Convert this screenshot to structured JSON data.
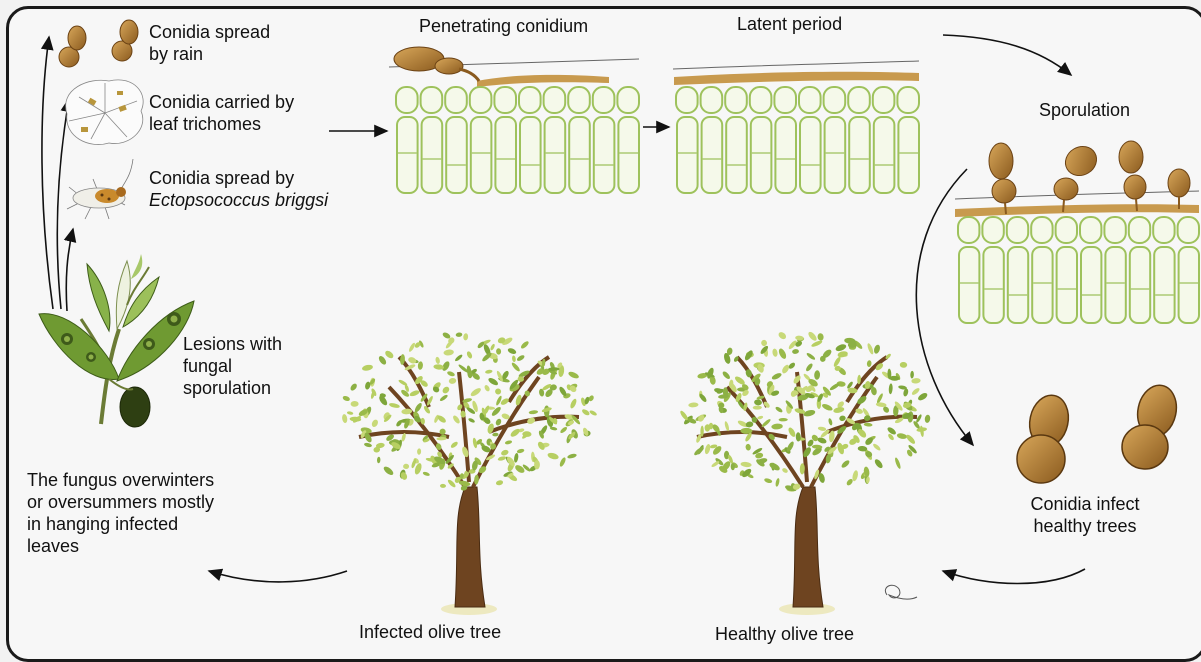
{
  "labels": {
    "conidia_rain_1": "Conidia spread",
    "conidia_rain_2": "by rain",
    "trichomes_1": "Conidia carried by",
    "trichomes_2": "leaf trichomes",
    "insect_1": "Conidia spread by",
    "insect_2": "Ectopsococcus briggsi",
    "lesions_1": "Lesions with",
    "lesions_2": "fungal",
    "lesions_3": "sporulation",
    "overwinter_1": "The fungus overwinters",
    "overwinter_2": "or oversummers mostly",
    "overwinter_3": "in hanging infected",
    "overwinter_4": "leaves",
    "penetrating": "Penetrating conidium",
    "latent": "Latent period",
    "sporulation": "Sporulation",
    "infect_1": "Conidia infect",
    "infect_2": "healthy trees",
    "infected_tree": "Infected olive tree",
    "healthy_tree": "Healthy olive tree"
  },
  "colors": {
    "cell_green": "#a9cf6e",
    "conidium_brown": "#a8732c",
    "leaf_green": "#7aa23c",
    "trunk_brown": "#7a4a22",
    "arrow": "#111111"
  }
}
